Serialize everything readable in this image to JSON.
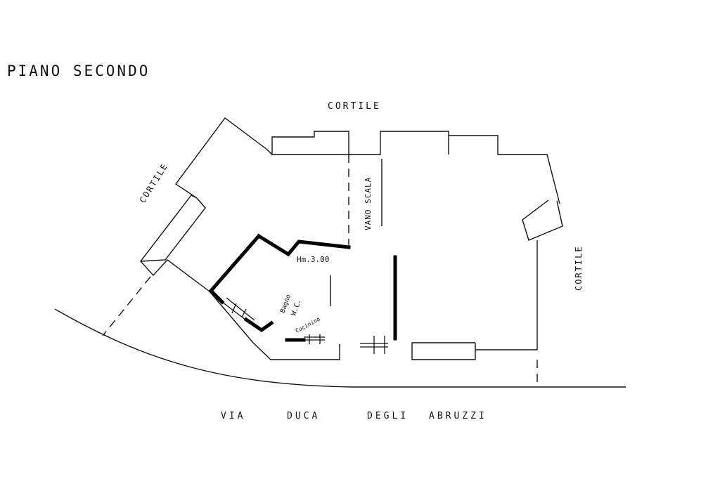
{
  "title": "PIANO SECONDO",
  "labels": {
    "courtyard_top": "CORTILE",
    "courtyard_left": "CORTILE",
    "courtyard_right": "CORTILE",
    "stairwell": "VANO SCALA",
    "ceiling_height": "Hm.3.00",
    "bathroom": "Bagno",
    "wc": "W.C.",
    "kitchenette": "Cucinino",
    "street": [
      "VIA",
      "DUCA",
      "DEGLI",
      "ABRUZZI"
    ]
  }
}
